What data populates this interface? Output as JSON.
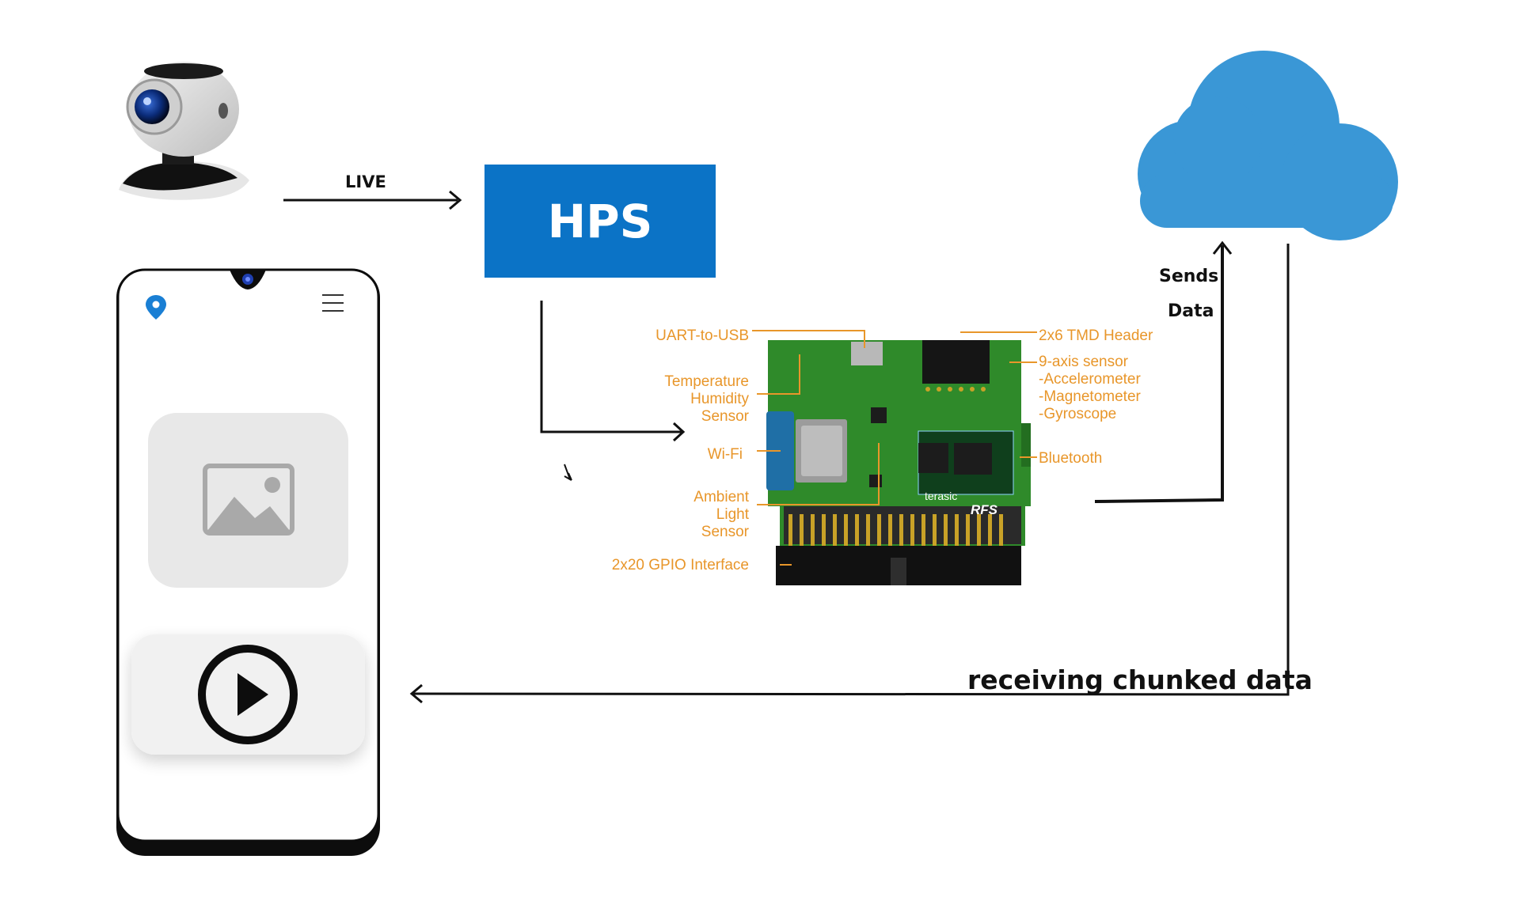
{
  "diagram": {
    "hps_label": "HPS",
    "flow_labels": {
      "live": "LIVE",
      "sends": "Sends",
      "data": "Data",
      "receiving": "receiving chunked data"
    },
    "board_labels": {
      "uart": "UART-to-USB",
      "temperature": "Temperature",
      "humidity": "Humidity",
      "sensor1": "Sensor",
      "wifi": "Wi-Fi",
      "ambient": "Ambient",
      "light": "Light",
      "sensor2": "Sensor",
      "gpio": "2x20 GPIO Interface",
      "tmd": "2x6 TMD Header",
      "nine_axis": "9-axis sensor",
      "accel": "-Accelerometer",
      "magnet": "-Magnetometer",
      "gyro": "-Gyroscope",
      "bluetooth": "Bluetooth",
      "brand": "terasic",
      "model": "RFS"
    },
    "colors": {
      "hps": "#0b73c6",
      "cloud": "#3a97d6",
      "annotation": "#e8962a",
      "pcb": "#2f8a2a"
    },
    "icons": [
      "webcam-icon",
      "cloud-icon",
      "location-pin-icon",
      "hamburger-menu-icon",
      "image-placeholder-icon",
      "play-icon"
    ]
  }
}
